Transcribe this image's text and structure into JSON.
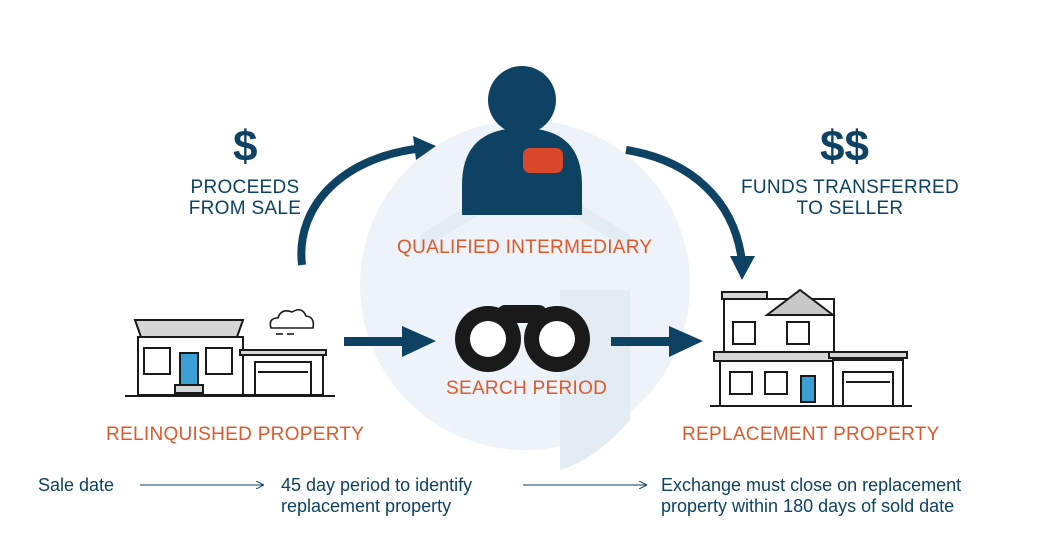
{
  "proceeds": {
    "symbol": "$",
    "label": "PROCEEDS\nFROM SALE"
  },
  "funds": {
    "symbol": "$$",
    "label": "FUNDS TRANSFERRED\nTO SELLER"
  },
  "intermediary": {
    "label": "QUALIFIED INTERMEDIARY"
  },
  "search": {
    "label": "SEARCH PERIOD"
  },
  "relinquished": {
    "label": "RELINQUISHED PROPERTY"
  },
  "replacement": {
    "label": "REPLACEMENT PROPERTY"
  },
  "timeline": {
    "step1": "Sale date",
    "step2": "45 day period to identify\nreplacement property",
    "step3": "Exchange must close on replacement\nproperty within 180 days of sold date"
  },
  "colors": {
    "navy": "#0e4263",
    "orange": "#e0592a",
    "watermark": "#edf3f8",
    "badge": "#d9482a"
  },
  "icons": [
    "person-icon",
    "binoculars-icon",
    "house-icon",
    "cloud-icon",
    "arrow-icon"
  ]
}
